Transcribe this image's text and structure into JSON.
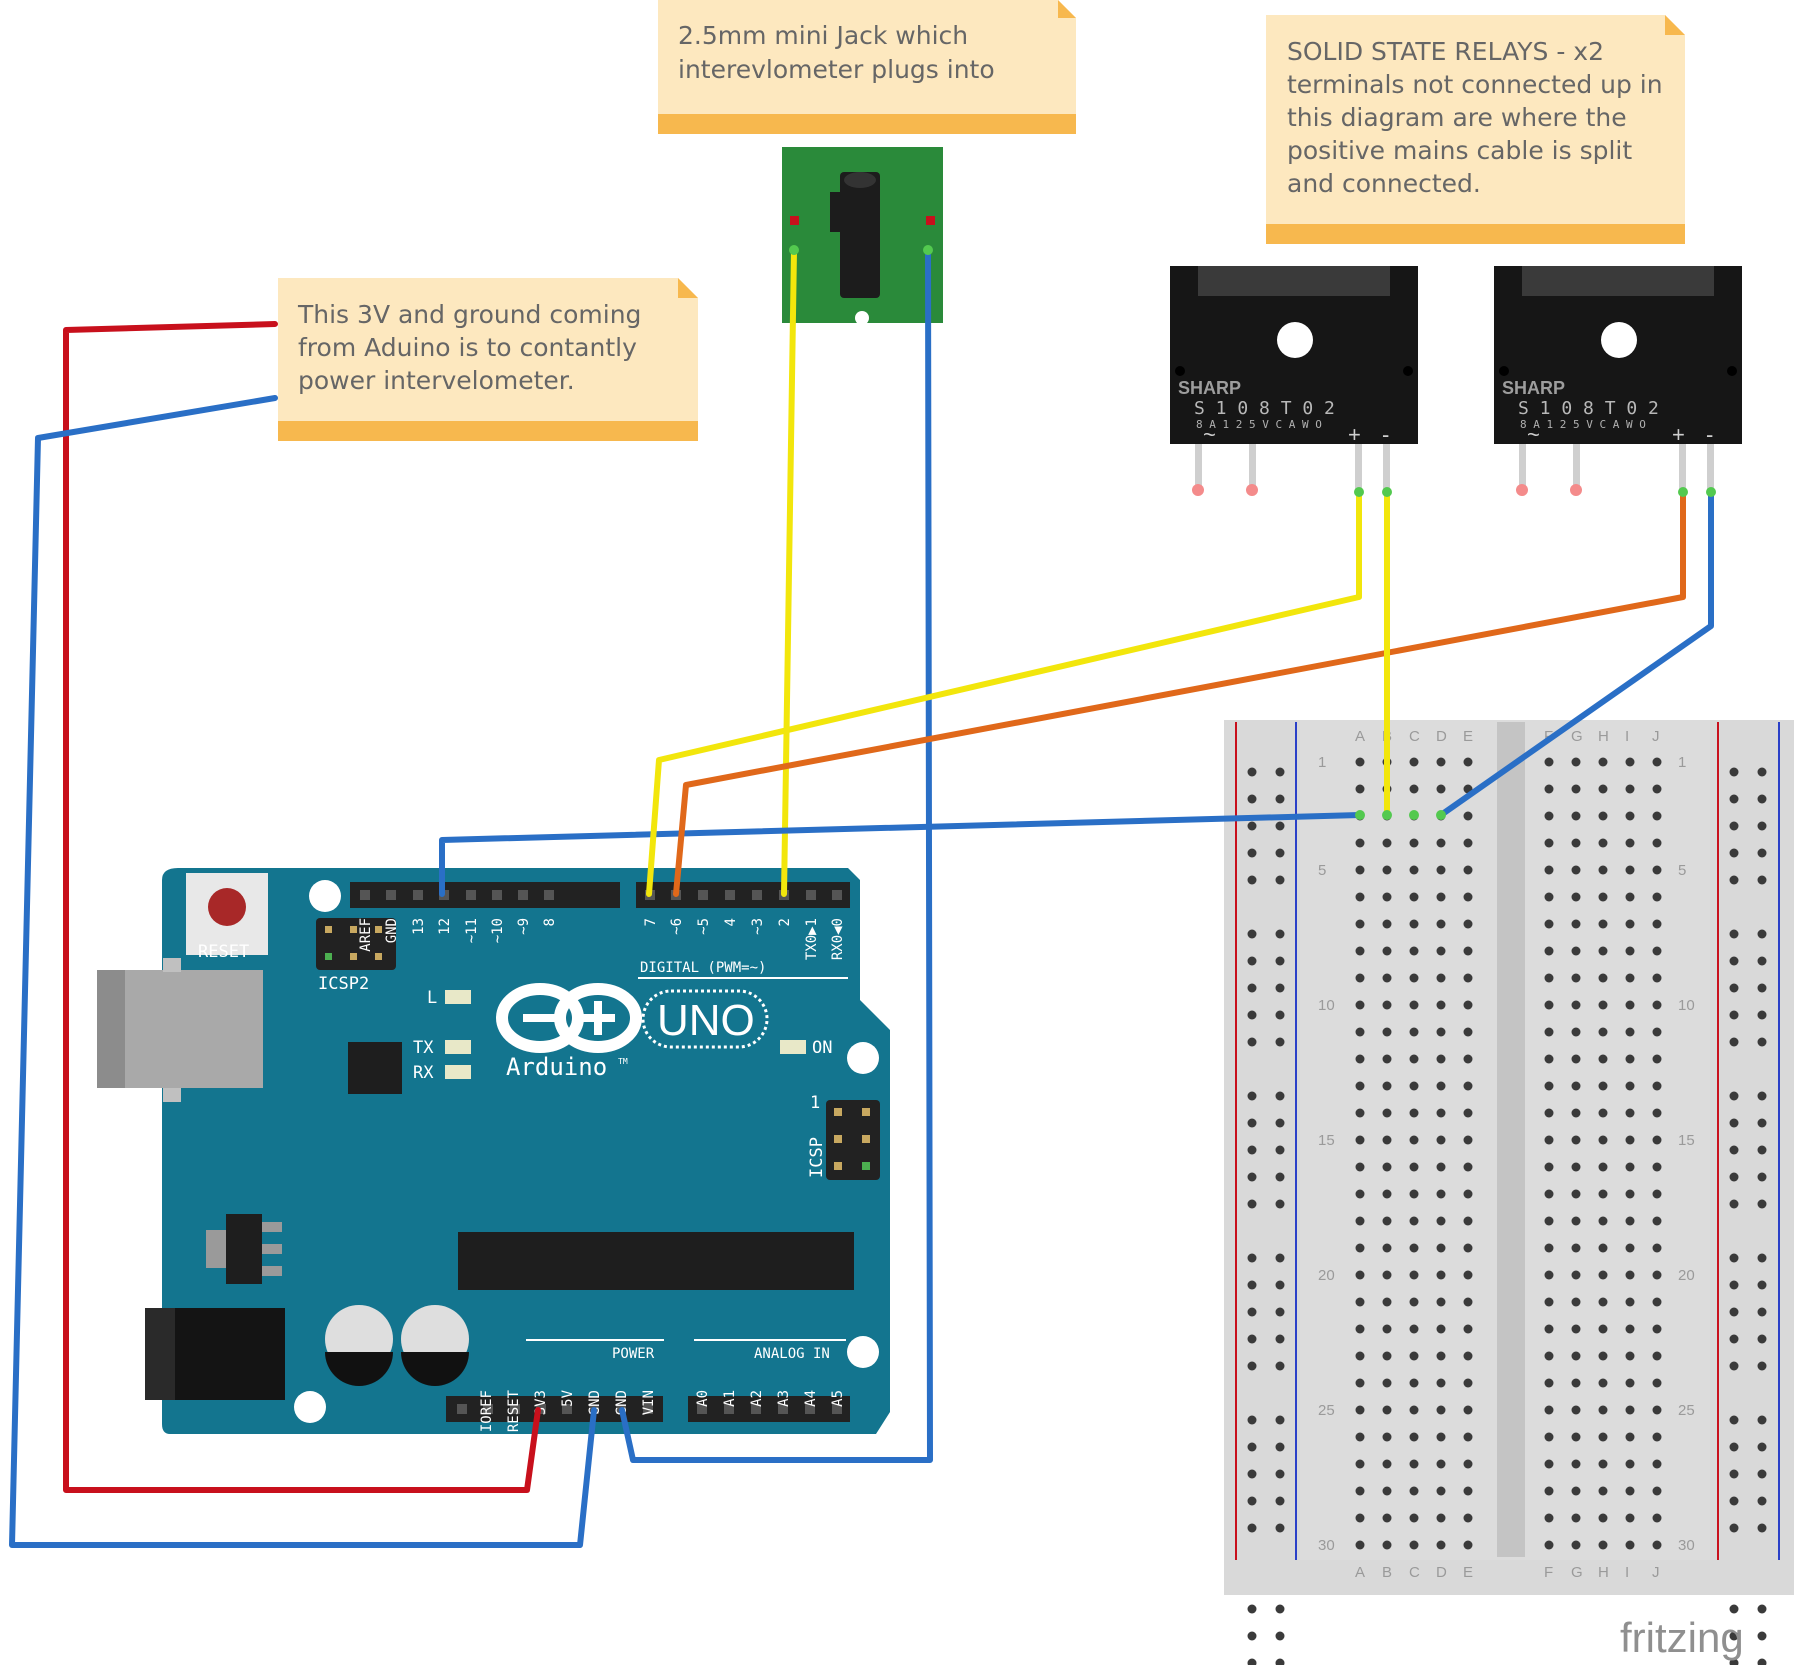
{
  "notes": {
    "jack": [
      "2.5mm mini Jack which",
      "interevlometer plugs into"
    ],
    "relays": [
      "SOLID STATE RELAYS - x2",
      "terminals not connected up in",
      "this diagram are where the",
      "positive mains cable is split",
      "and connected."
    ],
    "power": [
      "This 3V and ground coming",
      "from Aduino is to contantly",
      "power intervelometer."
    ]
  },
  "relay": {
    "brand": "SHARP",
    "model": "S 1 0 8 T 0 2",
    "spec": "8 A 1 2 5 V C A  W O",
    "ac_symbol": "~",
    "plus": "+",
    "minus": "-"
  },
  "arduino": {
    "reset": "RESET",
    "icsp2": "ICSP2",
    "icsp": "ICSP",
    "icsp_pin1": "1",
    "uno": "UNO",
    "wordmark": "Arduino",
    "tm": "TM",
    "led_l": "L",
    "led_tx": "TX",
    "led_rx": "RX",
    "led_on": "ON",
    "digital_title": "DIGITAL (PWM=~)",
    "power_title": "POWER",
    "analog_title": "ANALOG IN",
    "digital_left": [
      "AREF",
      "GND",
      "13",
      "12",
      "~11",
      "~10",
      "~9",
      "8"
    ],
    "digital_right": [
      "7",
      "~6",
      "~5",
      "4",
      "~3",
      "2",
      "TX0▶1",
      "RX0◀0"
    ],
    "power_pins": [
      "IOREF",
      "RESET",
      "3V3",
      "5V",
      "GND",
      "GND",
      "VIN"
    ],
    "analog_pins": [
      "A0",
      "A1",
      "A2",
      "A3",
      "A4",
      "A5"
    ]
  },
  "breadboard": {
    "cols_left": [
      "A",
      "B",
      "C",
      "D",
      "E"
    ],
    "cols_right": [
      "F",
      "G",
      "H",
      "I",
      "J"
    ],
    "row_numbers": [
      "1",
      "5",
      "10",
      "15",
      "20",
      "25",
      "30"
    ]
  },
  "brand": "fritzing",
  "colors": {
    "note_bg": "#fde8bf",
    "note_bar": "#f7b84e",
    "board": "#13758f",
    "wire_red": "#c8101c",
    "wire_blue": "#2a6fc6",
    "wire_yellow": "#f2e60c",
    "wire_orange": "#e0681a"
  }
}
